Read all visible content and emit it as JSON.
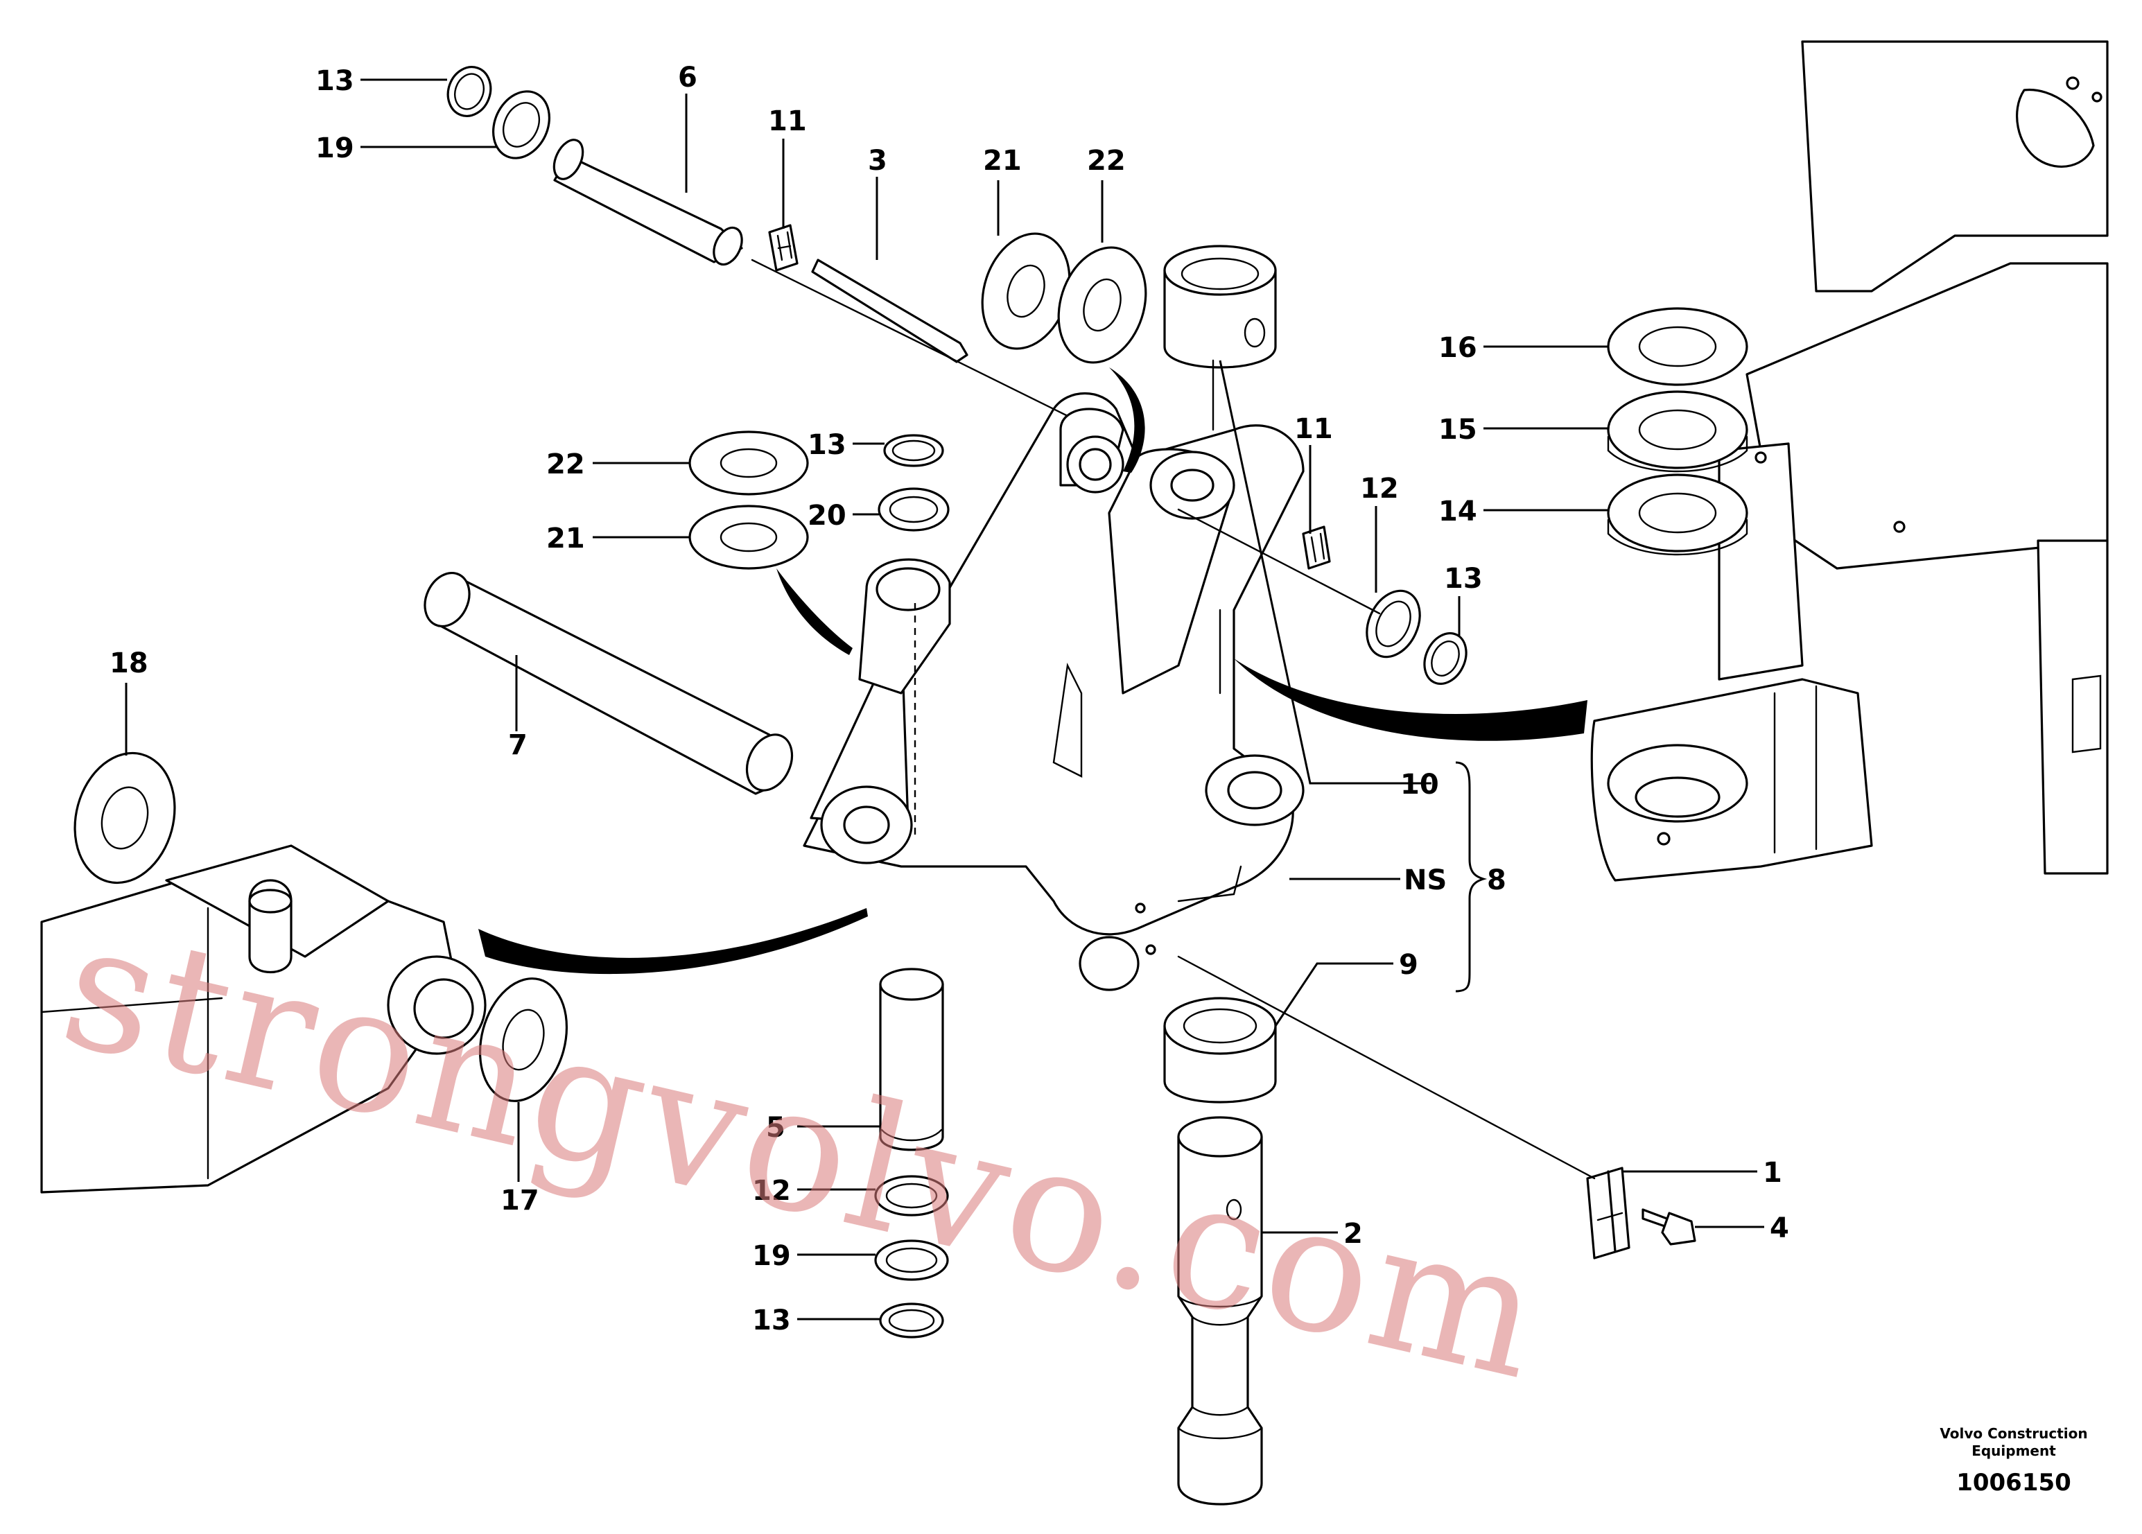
{
  "callouts": {
    "c13a": "13",
    "c19a": "19",
    "c6": "6",
    "c11a": "11",
    "c3": "3",
    "c21a": "21",
    "c22a": "22",
    "c16": "16",
    "c15": "15",
    "c14": "14",
    "c11b": "11",
    "c12a": "12",
    "c13b": "13",
    "c22b": "22",
    "c21b": "21",
    "c13c": "13",
    "c20": "20",
    "c18": "18",
    "c7": "7",
    "c10": "10",
    "cNS": "NS",
    "c8": "8",
    "c9": "9",
    "c17": "17",
    "c5": "5",
    "c12b": "12",
    "c19b": "19",
    "c13d": "13",
    "c1": "1",
    "c4": "4",
    "c2": "2"
  },
  "credit": {
    "line1": "Volvo Construction",
    "line2": "Equipment"
  },
  "document_number": "1006150",
  "watermark": "strongvolvo.com",
  "colors": {
    "line": "#000000",
    "background": "#ffffff",
    "watermark": "#d97a7a"
  }
}
